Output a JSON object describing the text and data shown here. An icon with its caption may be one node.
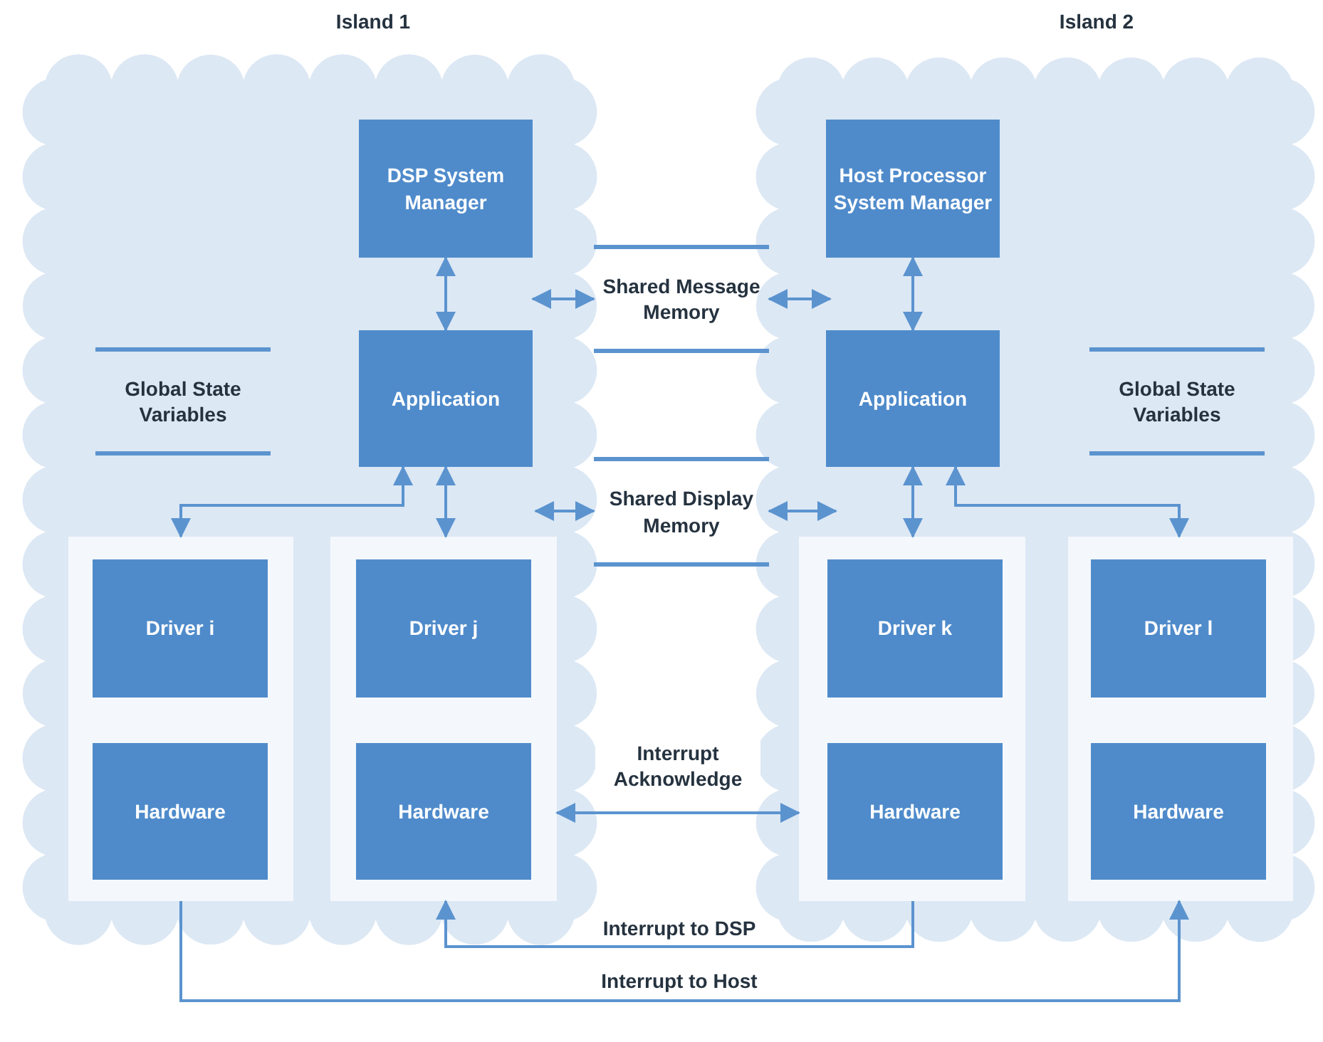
{
  "diagram": {
    "nodes": [
      {
        "text": [
          "Island 1"
        ]
      },
      {
        "text": [
          "Island 2"
        ]
      },
      {
        "text": [
          "DSP System Manager"
        ],
        "in": 0
      },
      {
        "text": [
          "Application"
        ],
        "in": 0
      },
      {
        "text": [
          "Global State Variables"
        ],
        "in": 0
      },
      {
        "text": [],
        "shape": "box",
        "in": 0
      },
      {
        "text": [
          "Driver i"
        ],
        "in": 5
      },
      {
        "text": [
          "Hardware"
        ],
        "in": 5
      },
      {
        "text": [],
        "shape": "box",
        "in": 0
      },
      {
        "text": [
          "Driver j"
        ],
        "in": 8
      },
      {
        "text": [
          "Hardware"
        ],
        "in": 8
      },
      {
        "text": [
          "Shared Message Memory"
        ]
      },
      {
        "text": [
          "Shared Display Memory"
        ]
      },
      {
        "text": [
          "Host Processor System Manager"
        ],
        "in": 1
      },
      {
        "text": [
          "Application"
        ],
        "in": 1
      },
      {
        "text": [
          "Global State Variables"
        ],
        "in": 1
      },
      {
        "text": [],
        "shape": "box",
        "in": 1
      },
      {
        "text": [
          "Driver k"
        ],
        "in": 16
      },
      {
        "text": [
          "Hardware"
        ],
        "in": 16
      },
      {
        "text": [],
        "shape": "box",
        "in": 1
      },
      {
        "text": [
          "Driver l"
        ],
        "in": 19
      },
      {
        "text": [
          "Hardware"
        ],
        "in": 19
      }
    ],
    "edges": [
      {
        "from": 2,
        "to": 3,
        "arrow": "both"
      },
      {
        "from": 3,
        "to": 5,
        "arrow": "both"
      },
      {
        "from": 3,
        "to": 8,
        "arrow": "both"
      },
      {
        "from": 3,
        "to": 11,
        "arrow": "both"
      },
      {
        "from": 11,
        "to": 14,
        "arrow": "both"
      },
      {
        "from": 8,
        "to": 12,
        "arrow": "both"
      },
      {
        "from": 12,
        "to": 16,
        "arrow": "both"
      },
      {
        "from": 13,
        "to": 14,
        "arrow": "both"
      },
      {
        "from": 14,
        "to": 16,
        "arrow": "both"
      },
      {
        "from": 14,
        "to": 19,
        "arrow": "both"
      },
      {
        "from": 8,
        "to": 16,
        "arrow": "both",
        "label": "Interrupt Acknowledge"
      },
      {
        "from": 16,
        "to": 8,
        "arrow": "to",
        "label": "Interrupt to DSP"
      },
      {
        "from": 5,
        "to": 19,
        "arrow": "to",
        "label": "Interrupt to Host"
      }
    ]
  }
}
